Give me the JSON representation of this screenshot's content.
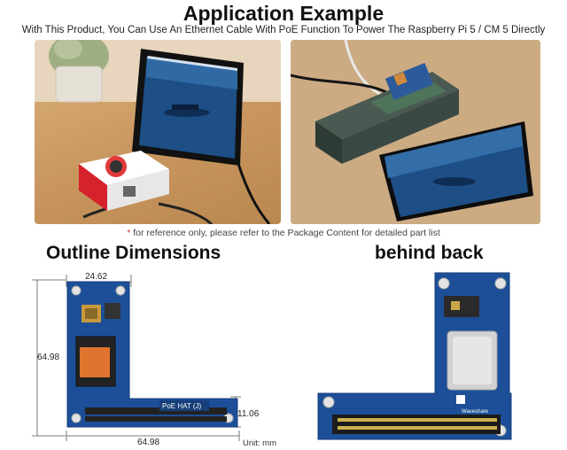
{
  "title": "Application Example",
  "subtitle": "With This Product, You Can Use An Ethernet Cable With PoE Function To Power The Raspberry Pi 5 / CM 5 Directly",
  "note": {
    "star": "*",
    "text": " for reference only, please refer to the Package Content for detailed part list"
  },
  "outline": {
    "heading": "Outline Dimensions",
    "dim_top": "24.62",
    "dim_left": "64.98",
    "dim_right": "11.06",
    "dim_bottom": "64.98",
    "board_label": "PoE HAT (J)",
    "unit": "Unit: mm"
  },
  "back": {
    "heading": "behind back",
    "brand": "Waveshare"
  },
  "colors": {
    "pcb_blue": "#1c4f97",
    "wood": "#c8965e",
    "gold": "#d6b25a"
  }
}
